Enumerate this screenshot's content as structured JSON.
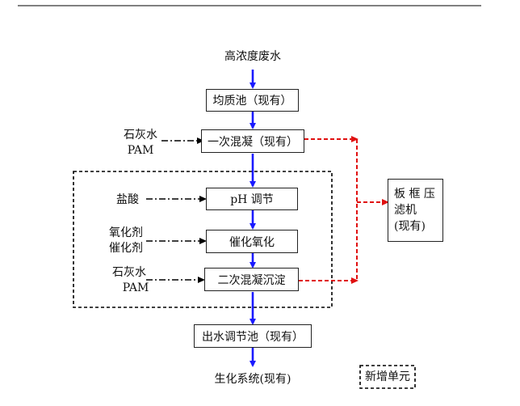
{
  "source": "高浓度废水",
  "processes": {
    "equalization": "均质池（现有）",
    "primary_coag": "一次混凝（现有）",
    "ph_adjust": "pH 调节",
    "catalytic_ox": "催化氧化",
    "secondary_coag": "二次混凝沉淀",
    "effluent_tank": "出水调节池（现有）"
  },
  "filter_press": [
    "板 框 压",
    "滤机",
    "(现有)"
  ],
  "destination": "生化系统(现有)",
  "reagents": {
    "primary": [
      "石灰水",
      "PAM"
    ],
    "acid": "盐酸",
    "oxidant": [
      "氧化剂",
      "催化剂"
    ],
    "secondary": [
      "石灰水",
      "PAM"
    ]
  },
  "legend_label": "新增单元",
  "colors": {
    "main_flow": "#1a1aff",
    "sludge_flow": "#e01010",
    "reagent_line": "#000000"
  }
}
